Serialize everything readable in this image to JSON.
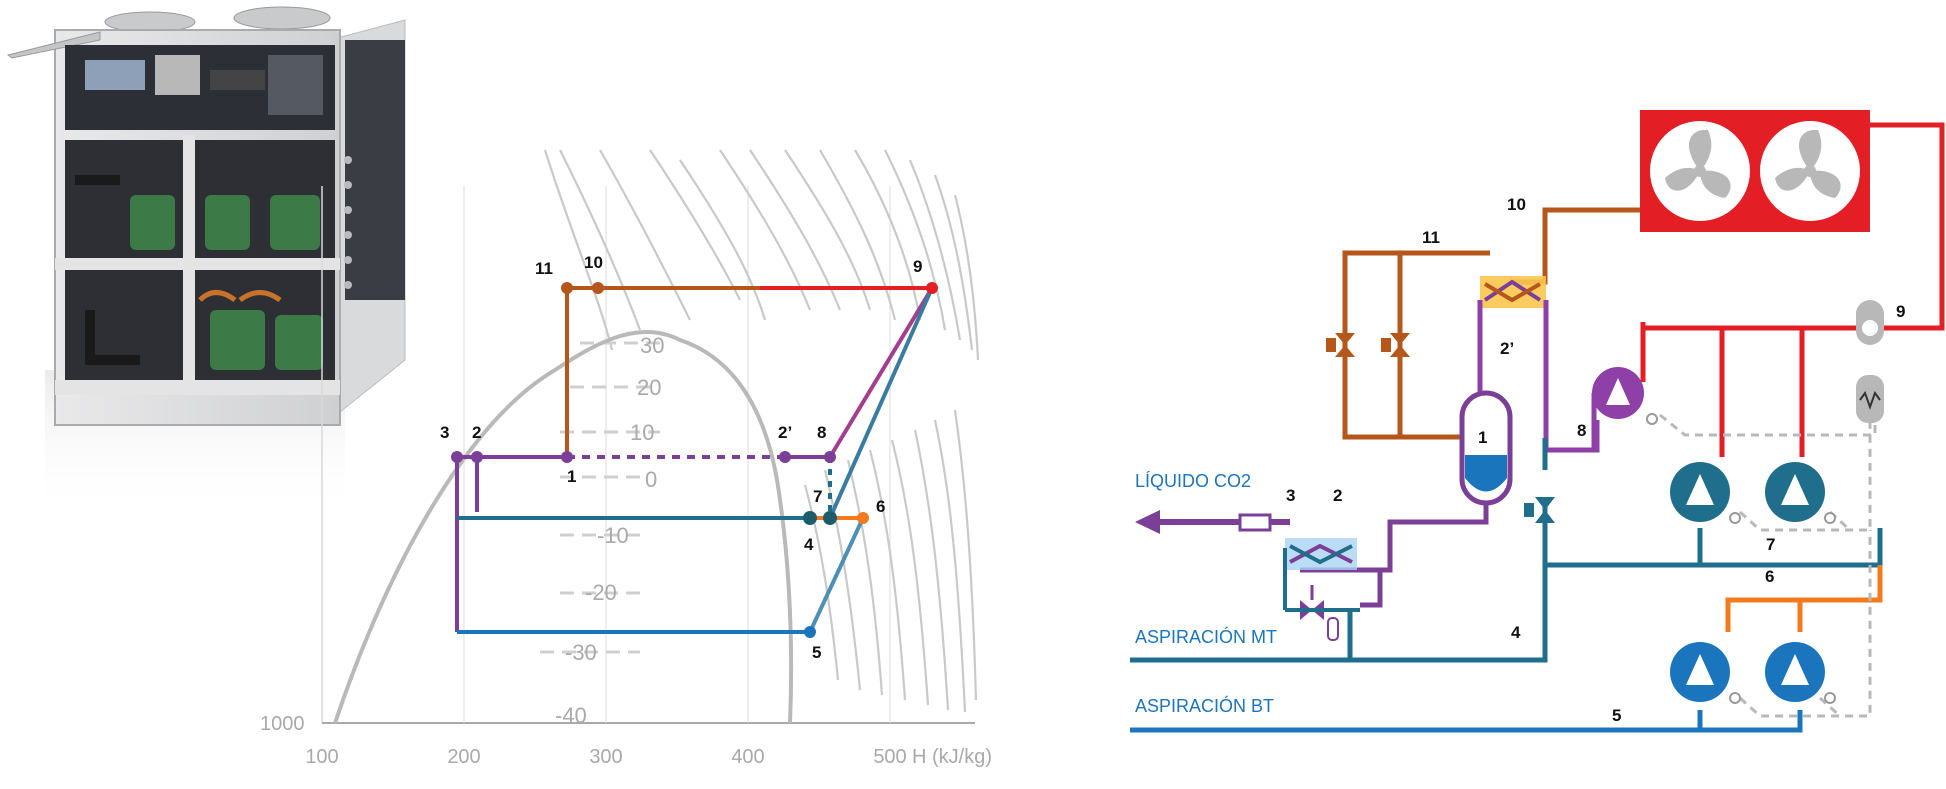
{
  "ph_diagram": {
    "x_ticks": [
      "100",
      "200",
      "300",
      "400",
      "500"
    ],
    "x_axis_unit": "H (kJ/kg)",
    "pressure_label": "1000",
    "isotherms": [
      "30",
      "20",
      "10",
      "0",
      "-10",
      "-20",
      "-30",
      "-40"
    ],
    "points": {
      "p1": "1",
      "p2": "2",
      "p2p": "2’",
      "p3": "3",
      "p4": "4",
      "p5": "5",
      "p6": "6",
      "p7": "7",
      "p8": "8",
      "p9": "9",
      "p10": "10",
      "p11": "11"
    }
  },
  "schematic": {
    "liquid_label": "LÍQUIDO CO2",
    "mt_label": "ASPIRACIÓN MT",
    "bt_label": "ASPIRACIÓN BT",
    "points": {
      "n1": "1",
      "n2": "2",
      "n2p": "2’",
      "n3": "3",
      "n4": "4",
      "n5": "5",
      "n6": "6",
      "n7": "7",
      "n8": "8",
      "n9": "9",
      "n10": "10",
      "n11": "11"
    }
  },
  "colors": {
    "orange": "#f47a20",
    "red": "#e31e24",
    "brown": "#b5561b",
    "purple": "#7b3f98",
    "teal": "#1f6e8c",
    "blue": "#1b75bc",
    "gray": "#b8b8b8"
  }
}
